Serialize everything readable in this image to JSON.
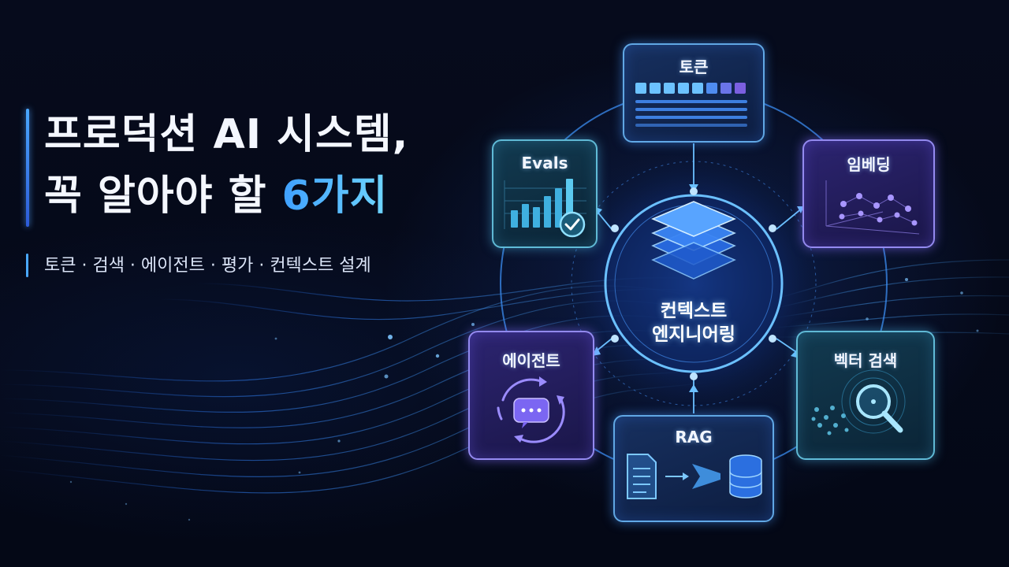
{
  "title": {
    "line1": "프로덕션 AI 시스템,",
    "line2_prefix": "꼭 알아야 할 ",
    "line2_highlight": "6가지"
  },
  "subtitle": "토큰 · 검색 · 에이전트 · 평가 · 컨텍스트 설계",
  "hub": {
    "line1": "컨텍스트",
    "line2": "엔지니어링",
    "icon": "stacked-layers-icon"
  },
  "nodes": [
    {
      "id": "tokens",
      "label": "토큰",
      "icon": "token-blocks-icon"
    },
    {
      "id": "embedding",
      "label": "임베딩",
      "icon": "scatter-3d-icon"
    },
    {
      "id": "vector-search",
      "label": "벡터 검색",
      "icon": "magnifier-icon"
    },
    {
      "id": "rag",
      "label": "RAG",
      "icon": "document-to-database-icon"
    },
    {
      "id": "agent",
      "label": "에이전트",
      "icon": "chat-cycle-icon"
    },
    {
      "id": "evals",
      "label": "Evals",
      "icon": "bar-chart-check-icon"
    }
  ],
  "colors": {
    "background": "#050a18",
    "accent": "#4aa8ff",
    "highlight_start": "#3fa0ff",
    "highlight_end": "#6fd6ff",
    "purple_card": "#2c2470",
    "blue_card": "#17305f",
    "teal_card": "#123a50"
  }
}
